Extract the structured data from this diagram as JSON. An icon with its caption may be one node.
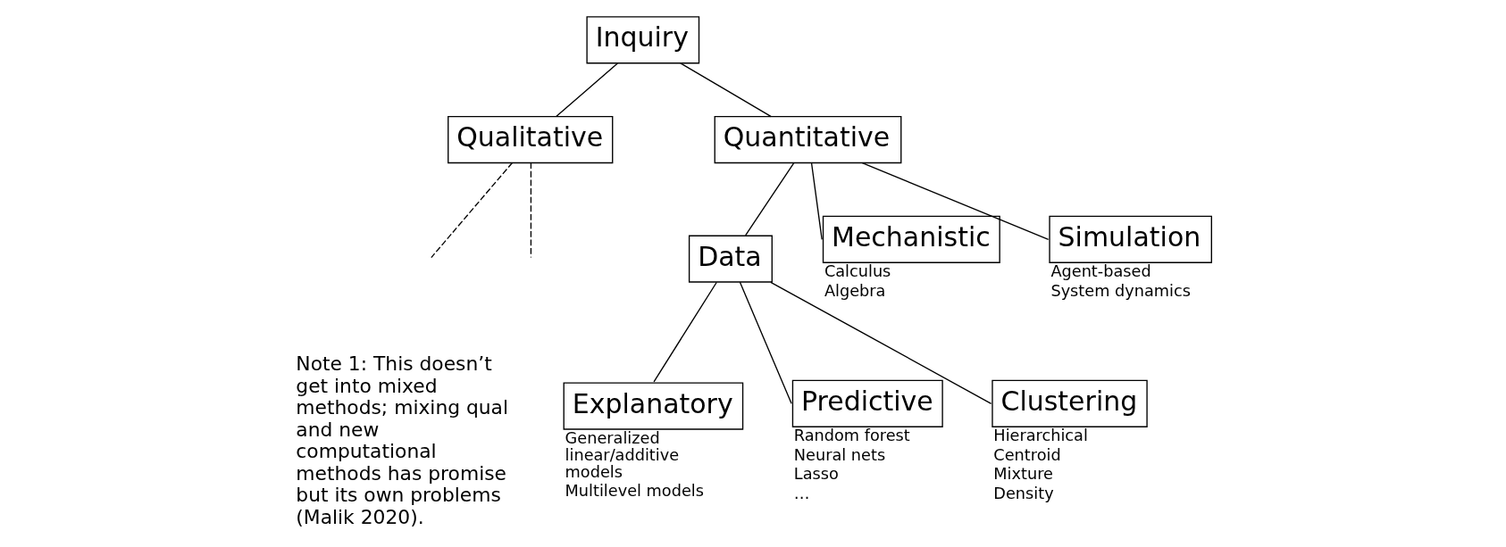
{
  "diagram": {
    "nodes": [
      {
        "text": [
          "Inquiry"
        ]
      },
      {
        "text": [
          "Qualitative"
        ]
      },
      {
        "text": [
          "Quantitative"
        ]
      },
      {
        "text": [
          "Data"
        ]
      },
      {
        "text": [
          "Mechanistic"
        ],
        "beside": [
          "Calculus",
          "Algebra"
        ]
      },
      {
        "text": [
          "Simulation"
        ],
        "beside": [
          "Agent-based",
          "System dynamics"
        ]
      },
      {
        "text": [
          "Explanatory"
        ],
        "beside": [
          "Generalized linear/additive models",
          "Multilevel models"
        ]
      },
      {
        "text": [
          "Predictive"
        ],
        "beside": [
          "Random forest",
          "Neural nets",
          "Lasso",
          "…"
        ]
      },
      {
        "text": [
          "Clustering"
        ],
        "beside": [
          "Hierarchical",
          "Centroid",
          "Mixture",
          "Density"
        ]
      }
    ],
    "edges": [
      {
        "from": 0,
        "to": 1,
        "arrow": "none"
      },
      {
        "from": 0,
        "to": 2,
        "arrow": "none"
      },
      {
        "from": 1,
        "to": null,
        "arrow": "none",
        "style": "dashed"
      },
      {
        "from": 1,
        "to": null,
        "arrow": "none",
        "style": "dashed"
      },
      {
        "from": 2,
        "to": 3,
        "arrow": "none"
      },
      {
        "from": 2,
        "to": 4,
        "arrow": "none"
      },
      {
        "from": 2,
        "to": 5,
        "arrow": "none"
      },
      {
        "from": 3,
        "to": 6,
        "arrow": "none"
      },
      {
        "from": 3,
        "to": 7,
        "arrow": "none"
      },
      {
        "from": 3,
        "to": 8,
        "arrow": "none"
      }
    ],
    "labels": [
      "Note 1: This doesn’t get into mixed methods; mixing qual and new computational methods has promise but its own problems (Malik 2020)."
    ]
  }
}
